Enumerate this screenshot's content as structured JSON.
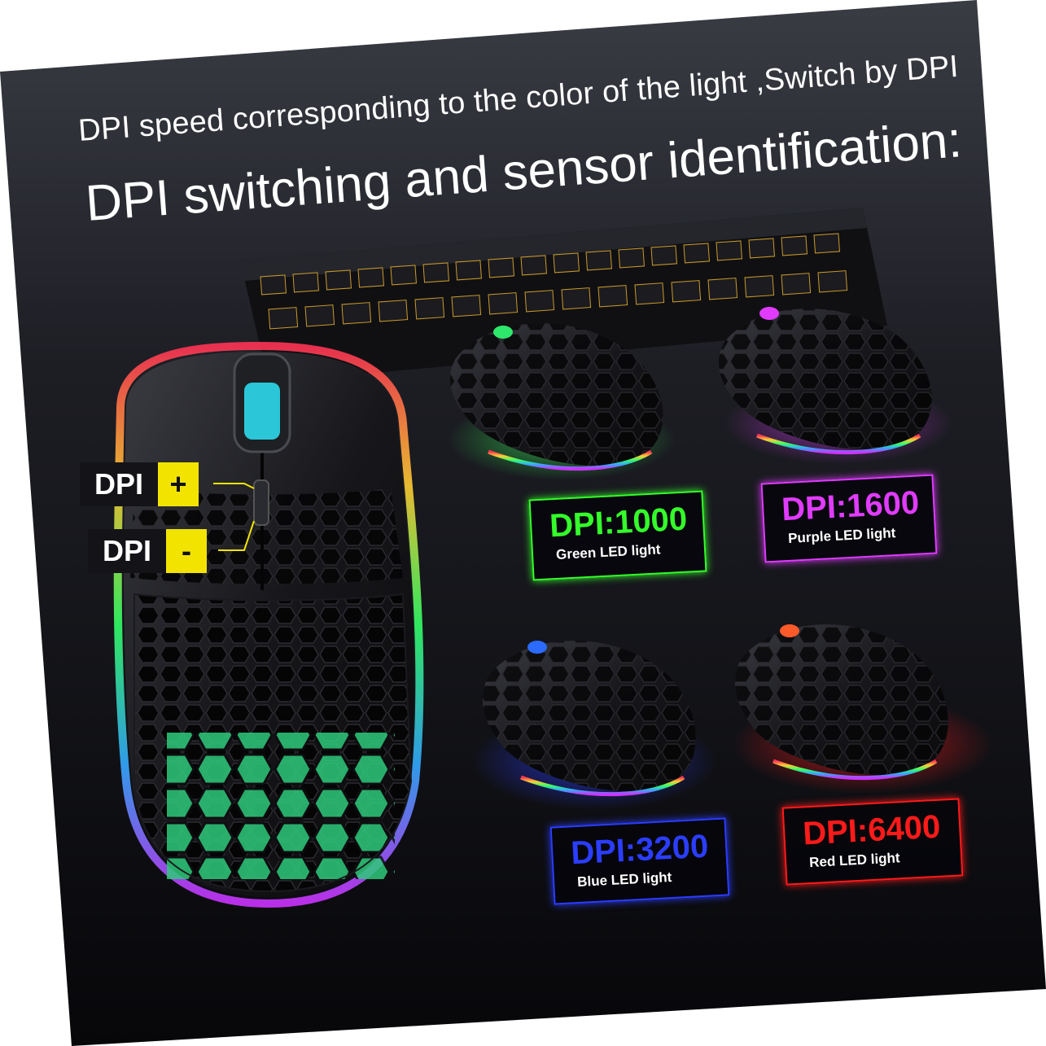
{
  "headline": {
    "subtitle": "DPI speed corresponding to the color of the light ,Switch by DPI",
    "title": "DPI switching and sensor identification:"
  },
  "dpi_buttons": {
    "plus": {
      "label": "DPI",
      "sign": "+"
    },
    "minus": {
      "label": "DPI",
      "sign": "-"
    }
  },
  "modes": [
    {
      "dpi": "DPI:1000",
      "led": "Green LED light",
      "color": "#34ff2a"
    },
    {
      "dpi": "DPI:1600",
      "led": "Purple LED light",
      "color": "#e03bff"
    },
    {
      "dpi": "DPI:3200",
      "led": "Blue LED light",
      "color": "#2b3dff"
    },
    {
      "dpi": "DPI:6400",
      "led": "Red  LED light",
      "color": "#ff1a1a"
    }
  ],
  "colors": {
    "highlight": "#f2e400",
    "background": "#121217"
  },
  "icons": [
    "gaming-mouse-icon",
    "keyboard-icon"
  ]
}
